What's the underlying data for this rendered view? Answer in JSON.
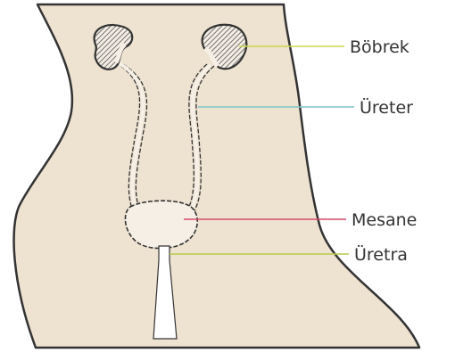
{
  "labels": {
    "kidney": "Böbrek",
    "ureter": "Üreter",
    "bladder": "Mesane",
    "urethra": "Üretra"
  },
  "colors": {
    "background": "#ffffff",
    "skin": "#eee2d0",
    "outline": "#333333",
    "organ_fill": "#f6efe6",
    "kidney_hatch": "#444444",
    "leader_kidney": "#c9d84a",
    "leader_ureter": "#7fc6c9",
    "leader_bladder": "#d64a6a",
    "leader_urethra": "#b9c94a"
  }
}
